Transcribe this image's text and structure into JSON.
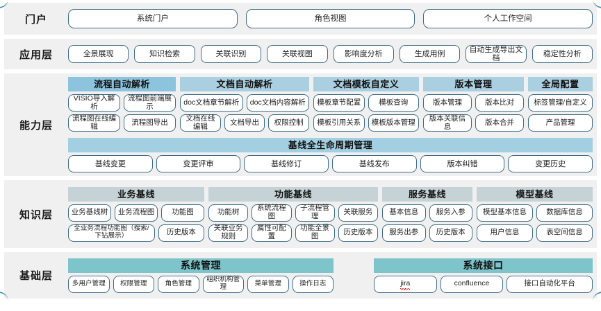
{
  "diagram": {
    "title": "系统架构分层图",
    "colors": {
      "band_bg": "#f0f0f0",
      "pill_border": "#3f6d86",
      "head_blue": "#a9cfe0",
      "head_blue_deep": "#8cc3dd",
      "head_gray": "#c6d3d6",
      "head_teal": "#7ec4cb",
      "page_bg": "#ffffff"
    }
  },
  "layers": [
    {
      "label": "门户",
      "items": [
        "系统门户",
        "角色视图",
        "个人工作空间"
      ]
    },
    {
      "label": "应用层",
      "items": [
        "全景展现",
        "知识检索",
        "关联识别",
        "关联视图",
        "影响度分析",
        "生成用例",
        "自动生成导出文档",
        "稳定性分析"
      ]
    },
    {
      "label": "能力层",
      "groups": [
        {
          "head": "流程自动解析",
          "head_style": "deep",
          "rows": [
            [
              "VISIO导入解析",
              "流程图前端展示"
            ],
            [
              "流程图在线编辑",
              "流程图导出"
            ]
          ]
        },
        {
          "head": "文档自动解析",
          "head_style": "normal",
          "rows": [
            [
              "doc文档章节解析",
              "doc文档内容解析"
            ],
            [
              "文档在线编辑",
              "文档导出",
              "权限控制"
            ]
          ]
        },
        {
          "head": "文档模板自定义",
          "head_style": "normal",
          "rows": [
            [
              "模板章节配置",
              "模板查询"
            ],
            [
              "模板引用关系",
              "模板版本管理"
            ]
          ]
        },
        {
          "head": "版本管理",
          "head_style": "normal",
          "rows": [
            [
              "版本管理",
              "版本比对"
            ],
            [
              "版本关联信息",
              "版本合并"
            ]
          ]
        },
        {
          "head": "全局配置",
          "head_style": "normal",
          "rows": [
            [
              "标签管理/自定义"
            ],
            [
              "产品管理"
            ]
          ]
        }
      ],
      "lifecycle": {
        "head": "基线全生命周期管理",
        "items": [
          "基线变更",
          "变更评审",
          "基线修订",
          "基线发布",
          "版本纠错",
          "变更历史"
        ]
      }
    },
    {
      "label": "知识层",
      "groups": [
        {
          "head": "业务基线",
          "head_style": "gray",
          "rows": [
            [
              "业务基线树",
              "业务流程图",
              "功能图"
            ],
            [
              "全业务流程功能图（搜索/下钻展示）",
              "历史版本"
            ]
          ]
        },
        {
          "head": "功能基线",
          "head_style": "gray",
          "rows": [
            [
              "功能树",
              "系统流程图",
              "子流程管理",
              "关联服务"
            ],
            [
              "关联业务规则",
              "属性可配置",
              "功能全景图",
              "历史版本"
            ]
          ]
        },
        {
          "head": "服务基线",
          "head_style": "gray",
          "rows": [
            [
              "基本信息",
              "服务入参"
            ],
            [
              "服务出参",
              "历史版本"
            ]
          ]
        },
        {
          "head": "模型基线",
          "head_style": "gray",
          "rows": [
            [
              "模型基本信息",
              "数据库信息"
            ],
            [
              "用户信息",
              "表空间信息"
            ]
          ]
        }
      ]
    },
    {
      "label": "基础层",
      "groups": [
        {
          "head": "系统管理",
          "head_style": "teal",
          "rows": [
            [
              "多用户管理",
              "权限管理",
              "角色管理",
              "组织机构管理",
              "菜单管理",
              "操作日志"
            ]
          ]
        },
        {
          "head": "系统接口",
          "head_style": "teal",
          "rows": [
            [
              "jira",
              "confluence",
              "接口自动化平台"
            ]
          ]
        }
      ]
    }
  ]
}
